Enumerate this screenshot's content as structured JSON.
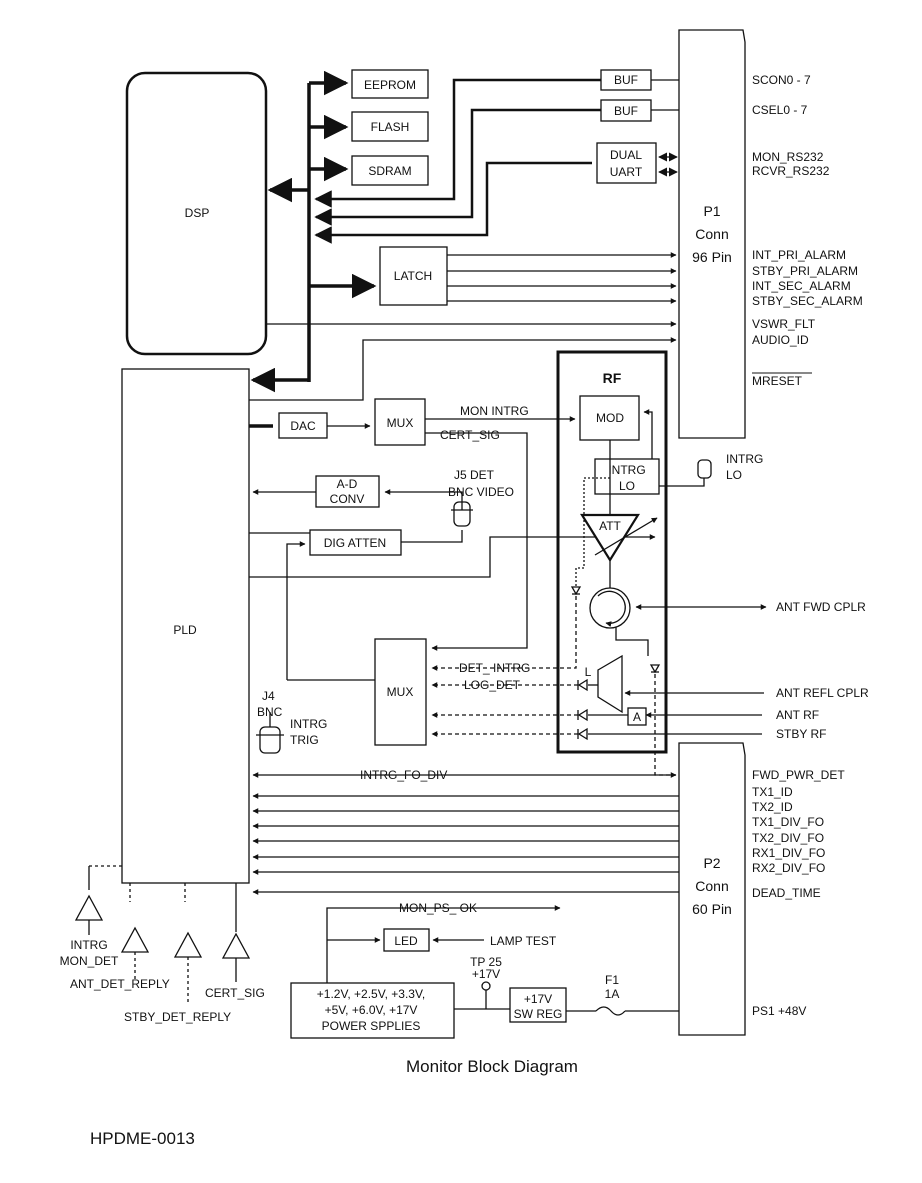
{
  "blocks": {
    "dsp": "DSP",
    "eeprom": "EEPROM",
    "flash": "FLASH",
    "sdram": "SDRAM",
    "buf1": "BUF",
    "buf2": "BUF",
    "dual_uart_1": "DUAL",
    "dual_uart_2": "UART",
    "latch": "LATCH",
    "p1_1": "P1",
    "p1_2": "Conn",
    "p1_3": "96 Pin",
    "pld": "PLD",
    "rf_title": "RF",
    "mod": "MOD",
    "intrg_lo_1": "INTRG",
    "intrg_lo_2": "LO",
    "att": "ATT",
    "dac": "DAC",
    "mux_top": "MUX",
    "mux_bottom": "MUX",
    "adconv_1": "A-D",
    "adconv_2": "CONV",
    "dig_atten": "DIG ATTEN",
    "p2_1": "P2",
    "p2_2": "Conn",
    "p2_3": "60 Pin",
    "led": "LED",
    "psu_1": "+1.2V, +2.5V, +3.3V,",
    "psu_2": "+5V, +6.0V, +17V",
    "psu_3": "POWER SPPLIES",
    "swreg_1": "+17V",
    "swreg_2": "SW REG",
    "log_l": "L",
    "amp_a": "A"
  },
  "p1_signals": [
    "SCON0 - 7",
    "CSEL0 - 7",
    "MON_RS232",
    "RCVR_RS232",
    "INT_PRI_ALARM",
    "STBY_PRI_ALARM",
    "INT_SEC_ALARM",
    "STBY_SEC_ALARM",
    "VSWR_FLT",
    "AUDIO_ID",
    "MRESET"
  ],
  "p2_signals": [
    "FWD_PWR_DET",
    "TX1_ID",
    "TX2_ID",
    "TX1_DIV_FO",
    "TX2_DIV_FO",
    "RX1_DIV_FO",
    "RX2_DIV_FO",
    "DEAD_TIME",
    "PS1 +48V"
  ],
  "rf_signals": [
    "ANT FWD CPLR",
    "ANT REFL CPLR",
    "ANT RF",
    "STBY RF"
  ],
  "intrg_lo_ext": [
    "INTRG",
    "LO"
  ],
  "internal_labels": {
    "mon_intrg": "MON INTRG",
    "cert_sig": "CERT_SIG",
    "j5_1": "J5  DET",
    "j5_2": "BNC VIDEO",
    "det_intrg": "DET_ INTRG",
    "log_det": "LOG_DET",
    "j4_1": "J4",
    "j4_2": "BNC",
    "j4_3": "INTRG",
    "j4_4": "TRIG",
    "intrg_fo_div": "INTRG_FO_DIV",
    "mon_ps_ok": "MON_PS_ OK",
    "lamp_test": "LAMP TEST",
    "tp25_1": "TP 25",
    "tp25_2": "+17V",
    "f1_1": "F1",
    "f1_2": "1A"
  },
  "detectors": {
    "intrg_mon_det_1": "INTRG",
    "intrg_mon_det_2": "MON_DET",
    "ant_det_reply": "ANT_DET_REPLY",
    "stby_det_reply": "STBY_DET_REPLY",
    "cert_sig": "CERT_SIG"
  },
  "caption": "Monitor Block Diagram",
  "doc_id": "HPDME-0013"
}
